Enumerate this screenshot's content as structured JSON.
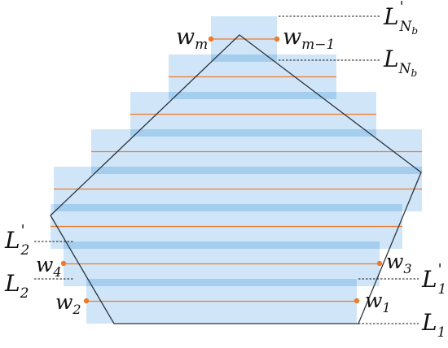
{
  "colors": {
    "strip": "#a9d2f2",
    "strip_overlap": "#8cbfe6",
    "center_line": "#f07a2c",
    "polygon": "#2c3440",
    "leader": "#111111",
    "point": "#f07a2c"
  },
  "labels": {
    "w_m": {
      "base": "w",
      "sub": "m"
    },
    "w_m1": {
      "base": "w",
      "sub": "m−1"
    },
    "w_4": {
      "base": "w",
      "sub": "4"
    },
    "w_3": {
      "base": "w",
      "sub": "3"
    },
    "w_2": {
      "base": "w",
      "sub": "2"
    },
    "w_1": {
      "base": "w",
      "sub": "1"
    },
    "L_Nb_prime": {
      "base": "L",
      "prime": "'",
      "sub": "N",
      "subsub": "b"
    },
    "L_Nb": {
      "base": "L",
      "sub": "N",
      "subsub": "b"
    },
    "L_2_prime": {
      "base": "L",
      "prime": "'",
      "sub": "2"
    },
    "L_2": {
      "base": "L",
      "sub": "2"
    },
    "L_1_prime": {
      "base": "L",
      "prime": "'",
      "sub": "1"
    },
    "L_1": {
      "base": "L",
      "sub": "1"
    }
  }
}
